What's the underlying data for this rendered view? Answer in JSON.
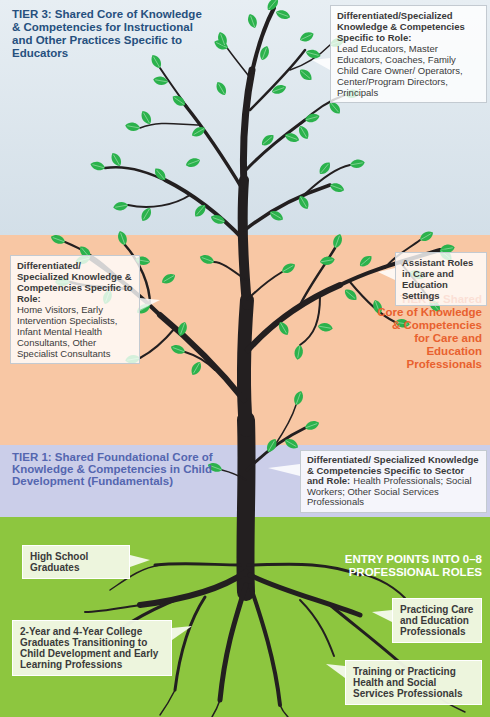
{
  "diagram": {
    "nodes": [
      {
        "text": [
          "TIER 3: Shared Core of Knowledge & Competencies for Instructional and Other Practices Specific to Educators"
        ]
      },
      {
        "text": [
          "Differentiated/Specialized Knowledge & Competencies Specific to Role:",
          "Lead Educators, Master Educators, Coaches, Family Child Care Owner/ Operators, Center/Program Directors, Principals"
        ],
        "in": 0
      },
      {
        "text": [
          "TIER 2: Shared Core of Knowledge & Competencies for Care and Education Professionals"
        ]
      },
      {
        "text": [
          "Differentiated/ Specialized Knowledge & Competencies Specific to Role:",
          "Home Visitors, Early Intervention Specialists, Infant Mental Health Consultants, Other Specialist Consultants"
        ],
        "in": 2
      },
      {
        "text": [
          "Assistant Roles in Care and Education Settings"
        ],
        "in": 2
      },
      {
        "text": [
          "TIER 1: Shared Foundational Core of Knowledge & Competencies in Child Development (Fundamentals)"
        ]
      },
      {
        "text": [
          "Differentiated/ Specialized Knowledge & Competencies Specific to Sector and Role:",
          "Health Professionals; Social Workers; Other Social Services Professionals"
        ],
        "in": 5
      },
      {
        "text": [
          "ENTRY POINTS INTO 0–8 PROFESSIONAL ROLES"
        ]
      },
      {
        "text": [
          "High School Graduates"
        ],
        "in": 7
      },
      {
        "text": [
          "Practicing Care and Education Professionals"
        ],
        "in": 7
      },
      {
        "text": [
          "2-Year and 4-Year College Graduates Transitioning to Child Development and Early Learning Professions"
        ],
        "in": 7
      },
      {
        "text": [
          "Training or Practicing Health and Social Services Professionals"
        ],
        "in": 7
      }
    ]
  }
}
